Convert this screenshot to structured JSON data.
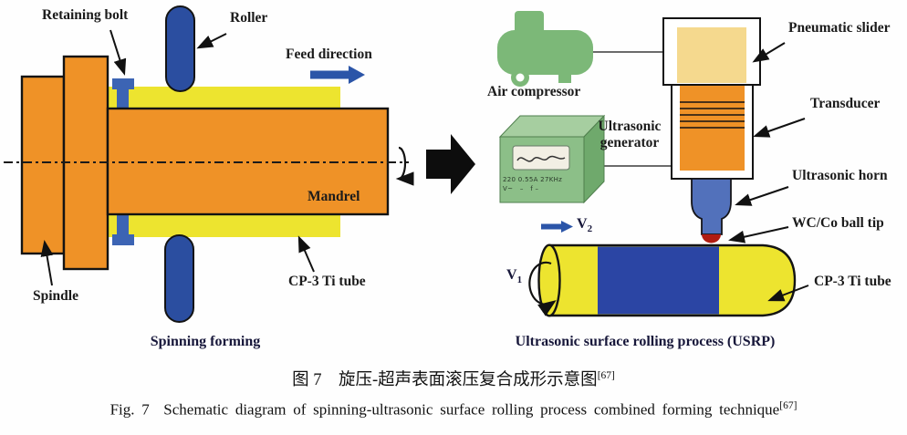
{
  "figure": {
    "left": {
      "labels": {
        "retaining_bolt": "Retaining bolt",
        "roller": "Roller",
        "feed_direction": "Feed direction",
        "mandrel": "Mandrel",
        "spindle": "Spindle",
        "ti_tube": "CP-3 Ti tube",
        "title": "Spinning forming"
      }
    },
    "right": {
      "labels": {
        "air_compressor": "Air compressor",
        "ultrasonic_generator": "Ultrasonic generator",
        "pneumatic_slider": "Pneumatic slider",
        "transducer": "Transducer",
        "ultrasonic_horn": "Ultrasonic horn",
        "ball_tip": "WC/Co ball tip",
        "ti_tube": "CP-3 Ti tube",
        "title": "Ultrasonic surface rolling process (USRP)",
        "v1_base": "V",
        "v1_sub": "1",
        "v2_base": "V",
        "v2_sub": "2",
        "generator_line1": "220 0.55A 27KHz",
        "generator_line2": "V~   –   f –"
      }
    },
    "captions": {
      "zh_text": "图 7　旋压-超声表面滚压复合成形示意图",
      "zh_ref": "[67]",
      "en_text": "Fig. 7  Schematic diagram of spinning-ultrasonic surface rolling process combined forming technique",
      "en_ref": "[67]"
    },
    "colors": {
      "orange": "#EF9227",
      "yellow": "#EDE42F",
      "dark_blue": "#2B4EA0",
      "bolt_blue": "#3C64B4",
      "horn_blue": "#5271BB",
      "green": "#7CB878",
      "slider_fill": "#F5D98E",
      "ball_red": "#B01C12",
      "arrow_blue": "#2B55A8"
    }
  }
}
